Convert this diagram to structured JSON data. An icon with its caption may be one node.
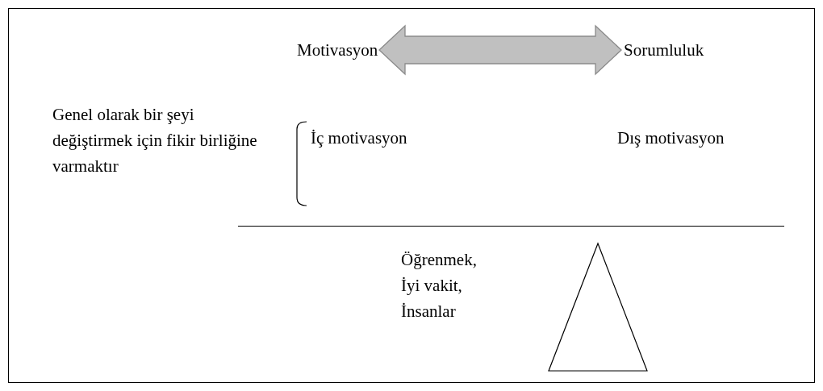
{
  "diagram": {
    "nodes": [
      {
        "text": [
          "Motivasyon"
        ]
      },
      {
        "text": [
          "Sorumluluk"
        ]
      }
    ],
    "edges": [
      {
        "from": 0,
        "to": 1,
        "arrow": "both",
        "style": "thick",
        "color": "#c0c0c0"
      }
    ],
    "labels": [
      "Genel olarak bir şeyi değiştirmek için fikir birliğine varmaktır",
      "İç motivasyon",
      "Dış motivasyon",
      "Öğrenmek,",
      "İyi vakit,",
      "İnsanlar"
    ]
  }
}
